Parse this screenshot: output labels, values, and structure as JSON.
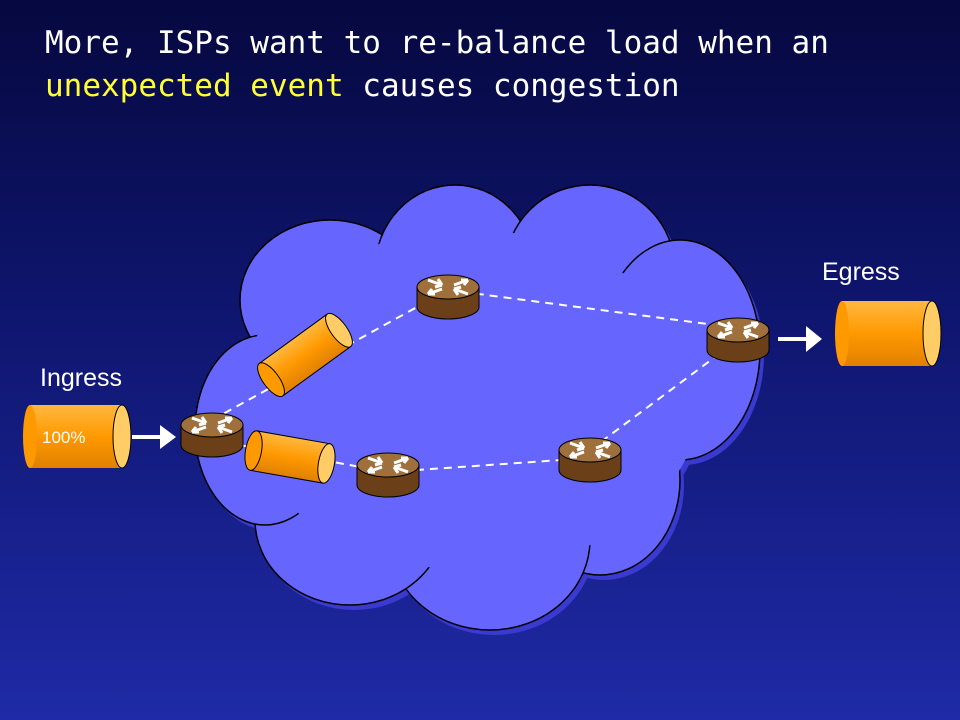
{
  "title": {
    "line1": "More, ISPs want to re-balance load when an",
    "highlight": "unexpected event",
    "line2_rest": " causes congestion",
    "highlight_color": "#ffff33"
  },
  "labels": {
    "ingress": "Ingress",
    "egress": "Egress",
    "ingress_load": "100%"
  },
  "colors": {
    "cloud": "#6666ff",
    "cylinder": "#ff9900",
    "router": "#8b5a2b",
    "link": "#ffffff"
  }
}
